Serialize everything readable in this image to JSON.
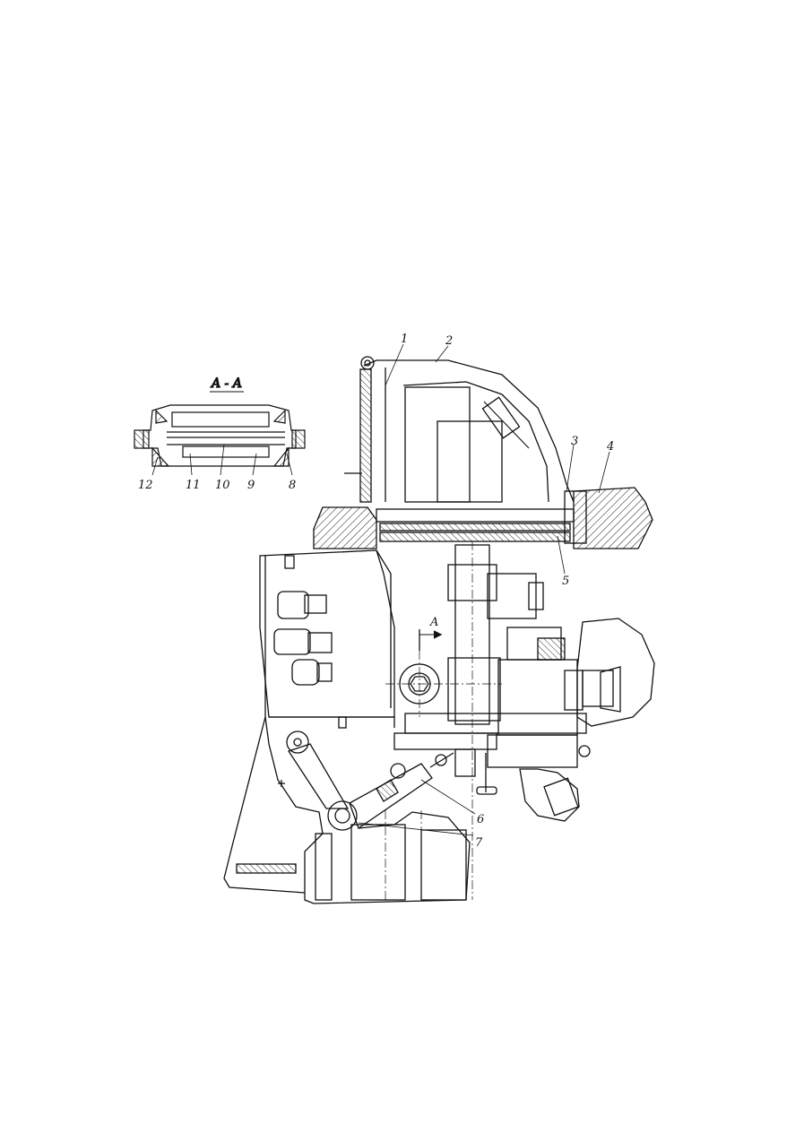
{
  "section_view": {
    "title": "A - A",
    "callouts": [
      "12",
      "11",
      "10",
      "9",
      "8"
    ]
  },
  "main_view": {
    "callouts": [
      "1",
      "2",
      "3",
      "4",
      "5",
      "6",
      "7"
    ],
    "section_marker": "A"
  },
  "colors": {
    "ink": "#111111",
    "background": "#ffffff"
  }
}
